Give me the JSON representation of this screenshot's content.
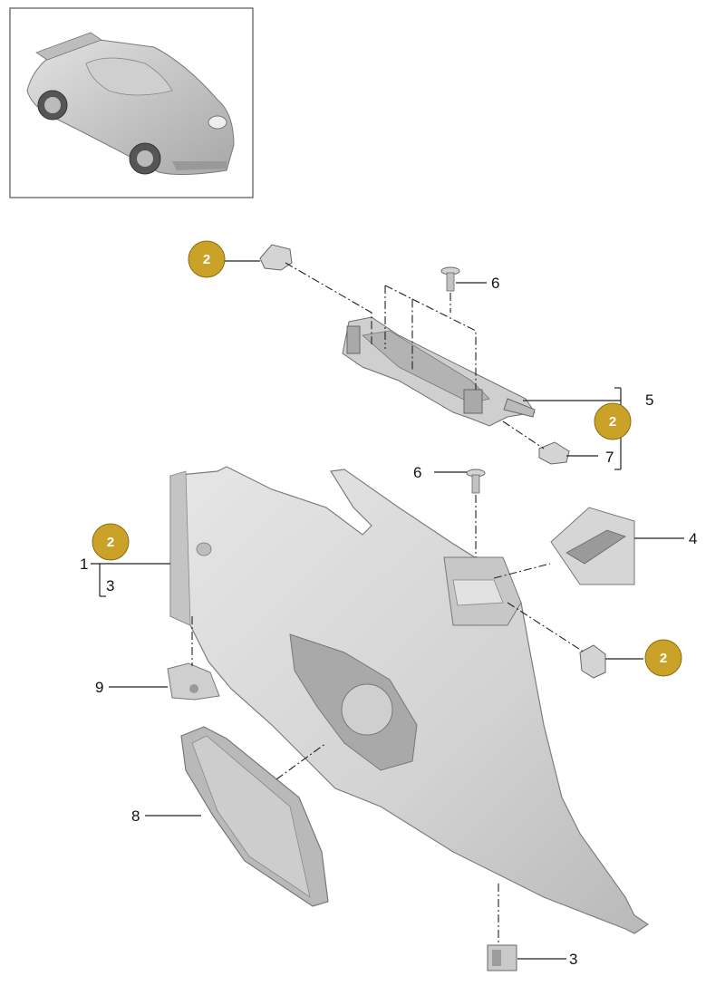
{
  "diagram": {
    "labels": {
      "l1": "1",
      "l3a": "3",
      "l3b": "3",
      "l4": "4",
      "l5": "5",
      "l6a": "6",
      "l6b": "6",
      "l7": "7",
      "l8": "8",
      "l9": "9"
    },
    "badges": {
      "b1": "2",
      "b2": "2",
      "b3": "2",
      "b4": "2"
    },
    "colors": {
      "badge_fill": "#c9a227",
      "part_fill": "#d9d9d9",
      "part_shade": "#bdbdbd",
      "part_dark": "#8f8f8f"
    }
  }
}
